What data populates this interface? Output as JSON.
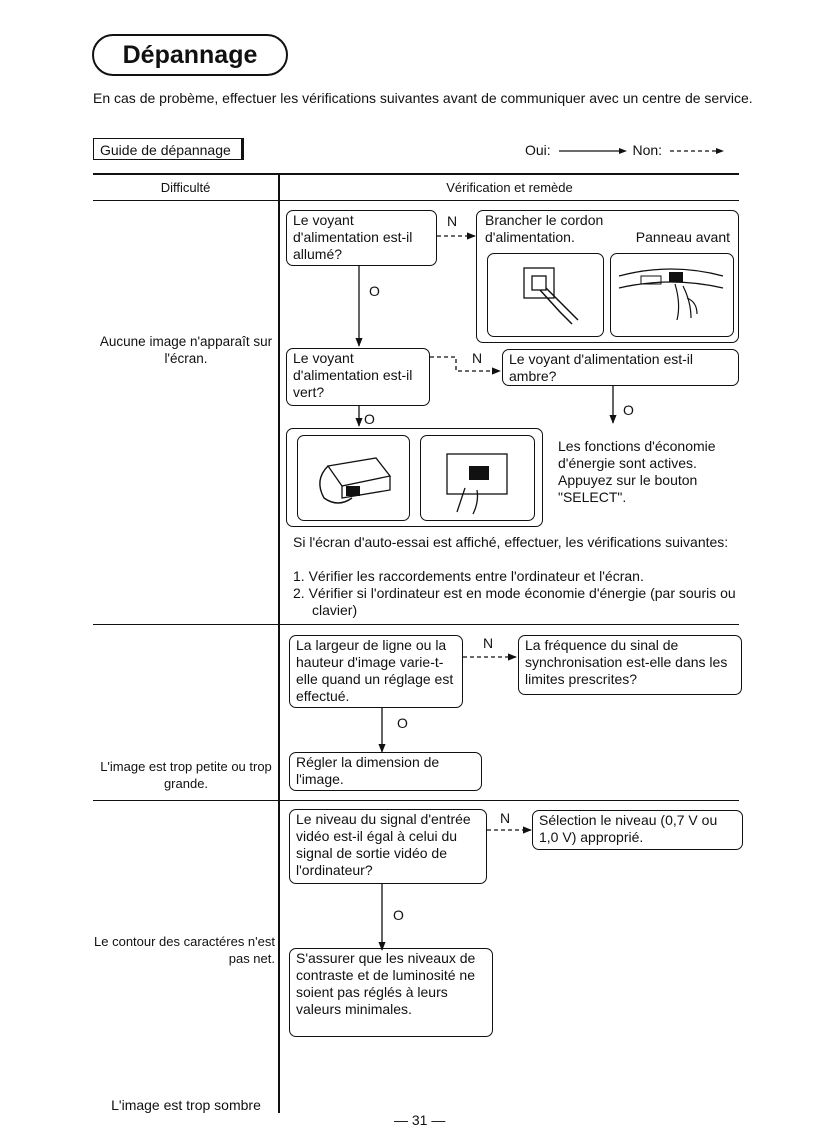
{
  "title": "Dépannage",
  "intro": "En cas de probème, effectuer les vérifications suivantes avant de communiquer avec un centre de service.",
  "guide_label": "Guide de dépannage",
  "legend": {
    "yes": "Oui:",
    "no": "Non:"
  },
  "headers": {
    "difficulty": "Difficulté",
    "verification": "Vérification et remède"
  },
  "rows": {
    "no_image": {
      "difficulty": "Aucune image n'apparaît sur l'écran.",
      "q1": "Le voyant d'alimentation est-il allumé?",
      "q1_no_label": "N",
      "q1_yes_label": "O",
      "a1_text": "Brancher le cordon d'alimentation.",
      "a1_panel": "Panneau avant",
      "q2": "Le voyant d'alimentation est-il vert?",
      "q2_no_label": "N",
      "q2_yes_label": "O",
      "q3": "Le voyant d'alimentation est-il ambre?",
      "q3_yes_label": "O",
      "a3": "Les fonctions d'économie d'énergie sont actives. Appuyez sur le bouton \"SELECT\".",
      "self_test_intro": "Si l'écran d'auto-essai est affiché, effectuer, les vérifications suivantes:",
      "self_test_items": [
        "1. Vérifier les raccordements entre l'ordinateur et l'écran.",
        "2. Vérifier si l'ordinateur est en mode économie d'énergie (par souris ou clavier)"
      ]
    },
    "size": {
      "difficulty": "L'image est trop petite ou trop grande.",
      "q1": "La largeur de ligne ou la hauteur d'image varie-t-elle quand un réglage est effectué.",
      "q1_no_label": "N",
      "q1_yes_label": "O",
      "a_no": "La fréquence du sinal de synchronisation est-elle dans les limites prescrites?",
      "a_yes": "Régler la dimension de l'image."
    },
    "blurry": {
      "difficulty": "Le contour des caractéres n'est pas net.",
      "q1": "Le niveau du signal d'entrée vidéo est-il égal à celui du signal de sortie vidéo de l'ordinateur?",
      "q1_no_label": "N",
      "q1_yes_label": "O",
      "a_no": "Sélection le niveau (0,7 V ou 1,0 V) approprié.",
      "a_yes": "S'assurer que les niveaux de contraste et de luminosité ne soient pas réglés à leurs valeurs minimales."
    },
    "dark": {
      "difficulty": "L'image est trop sombre"
    }
  },
  "page_number": "— 31 —"
}
